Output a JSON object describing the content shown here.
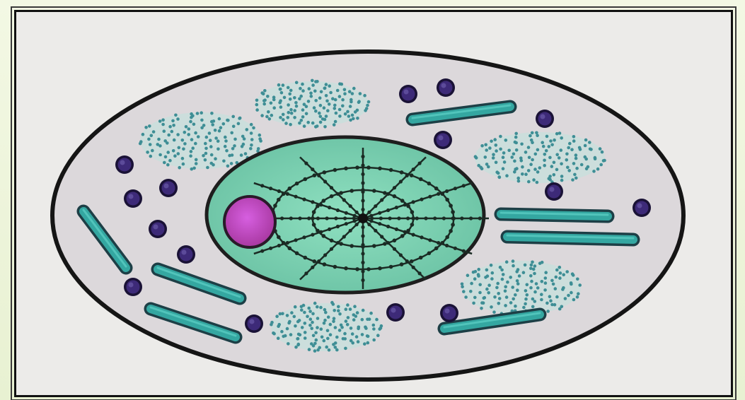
{
  "diagram": {
    "colors": {
      "page_background": "#eef5dc",
      "panel_background": "#ecebe9",
      "cell_fill": "#dcd8db",
      "outline": "#151515",
      "nucleus_fill": "#7fd1b4",
      "nucleolus": "#c146c9",
      "granule": "#3d2a78",
      "rod_fill": "#34a7a1",
      "vesicle_dots": "#3e8e95"
    },
    "icons": [
      "cell-membrane",
      "nucleus",
      "nucleolus",
      "chromatin-network",
      "granule",
      "rod-organelle",
      "dotted-vesicle"
    ]
  }
}
